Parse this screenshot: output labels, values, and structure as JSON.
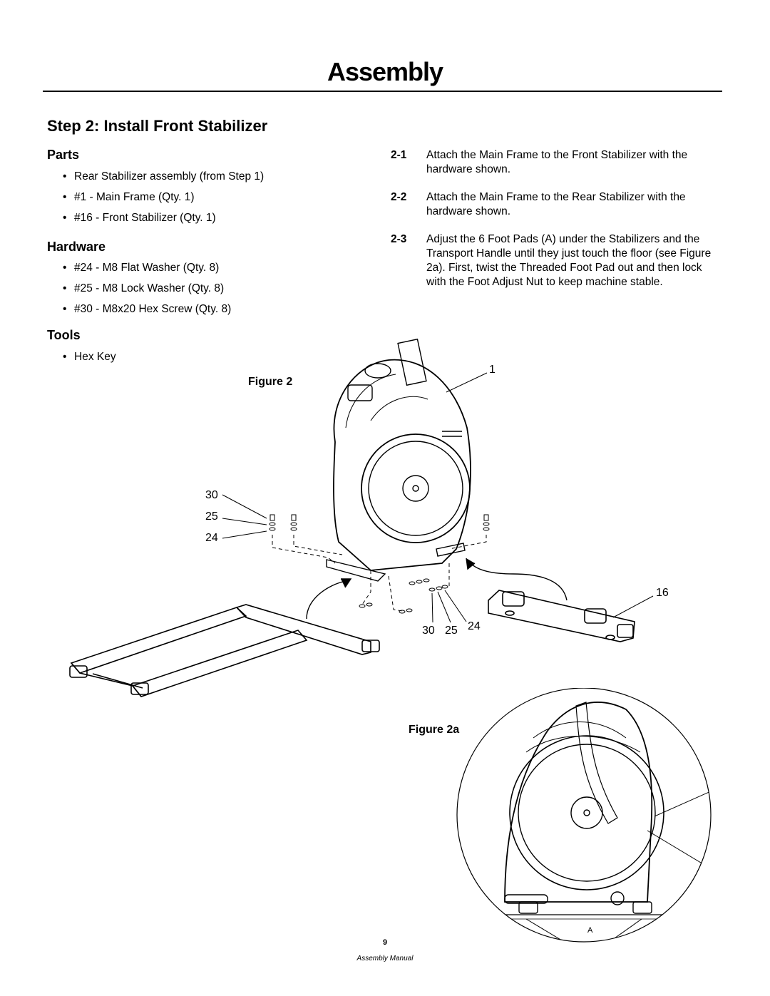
{
  "page": {
    "title": "Assembly",
    "number": "9",
    "footer": "Assembly Manual"
  },
  "step": {
    "heading": "Step 2:  Install Front Stabilizer"
  },
  "parts": {
    "heading": "Parts",
    "items": [
      "Rear Stabilizer assembly (from Step 1)",
      "#1 - Main Frame (Qty. 1)",
      "#16 - Front Stabilizer (Qty. 1)"
    ]
  },
  "hardware": {
    "heading": "Hardware",
    "items": [
      "#24 - M8 Flat Washer (Qty. 8)",
      "#25 - M8 Lock Washer (Qty. 8)",
      "#30 - M8x20 Hex Screw (Qty. 8)"
    ]
  },
  "tools": {
    "heading": "Tools",
    "items": [
      "Hex Key"
    ]
  },
  "instructions": [
    {
      "num": "2-1",
      "text": "Attach the Main Frame to the Front Stabilizer with the hardware shown."
    },
    {
      "num": "2-2",
      "text": "Attach the Main Frame to the Rear Stabilizer with the hardware shown."
    },
    {
      "num": "2-3",
      "text": "Adjust the 6 Foot Pads (A) under the Stabilizers and the Transport Handle until they just touch the floor (see Figure 2a). First, twist the Threaded Foot Pad out and then lock with the Foot Adjust Nut to keep machine stable."
    }
  ],
  "figure2": {
    "label": "Figure 2",
    "callouts": {
      "main_frame": "1",
      "screw_left": "30",
      "lock_washer_left": "25",
      "flat_washer_left": "24",
      "front_stabilizer": "16",
      "screw_bottom": "30",
      "lock_washer_bottom": "25",
      "flat_washer_bottom": "24"
    }
  },
  "figure2a": {
    "label": "Figure 2a",
    "callout_foot_pad": "A"
  }
}
